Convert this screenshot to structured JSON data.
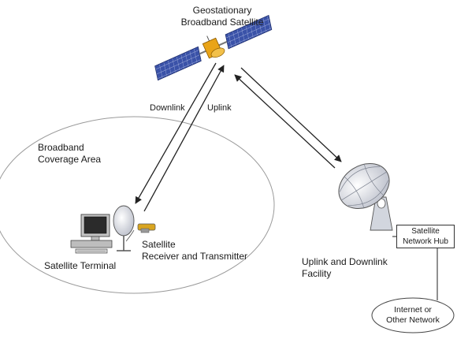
{
  "satellite": {
    "title_line1": "Geostationary",
    "title_line2": "Broadband Satellite"
  },
  "links": {
    "downlink": "Downlink",
    "uplink": "Uplink"
  },
  "coverage": {
    "line1": "Broadband",
    "line2": "Coverage Area"
  },
  "terminal": {
    "label": "Satellite Terminal"
  },
  "receiver": {
    "line1": "Satellite",
    "line2": "Receiver and Transmitter"
  },
  "facility": {
    "line1": "Uplink and Downlink",
    "line2": "Facility"
  },
  "hub": {
    "line1": "Satellite",
    "line2": "Network Hub"
  },
  "network": {
    "line1": "Internet or",
    "line2": "Other Network"
  },
  "colors": {
    "solar_panel": "#3a52a8",
    "satellite_body": "#e9a418",
    "dish": "#d8dbe4",
    "computer": "#b8b8b8",
    "line": "#222222"
  }
}
